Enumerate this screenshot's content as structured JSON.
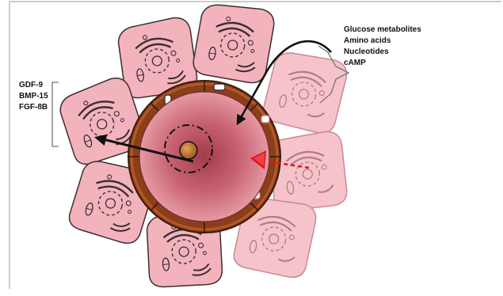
{
  "left_labels": {
    "items": [
      "GDF-9",
      "BMP-15",
      "FGF-8B"
    ]
  },
  "right_labels": {
    "items": [
      "Glucose metabolites",
      "Amino acids",
      "Nucleotides",
      "cAMP"
    ]
  },
  "colors": {
    "cell_fill": "#f3b3bd",
    "cell_fill_faded": "#f6c3ca",
    "cell_stroke": "#3b2f2f",
    "zona_brown": "#8b3e1a",
    "oocyte_center": "#a33b48",
    "oocyte_edge": "#e59aa3",
    "nucleolus": "#c67a2e",
    "red_arrow": "#e0141c",
    "black_arrow": "#111111"
  }
}
